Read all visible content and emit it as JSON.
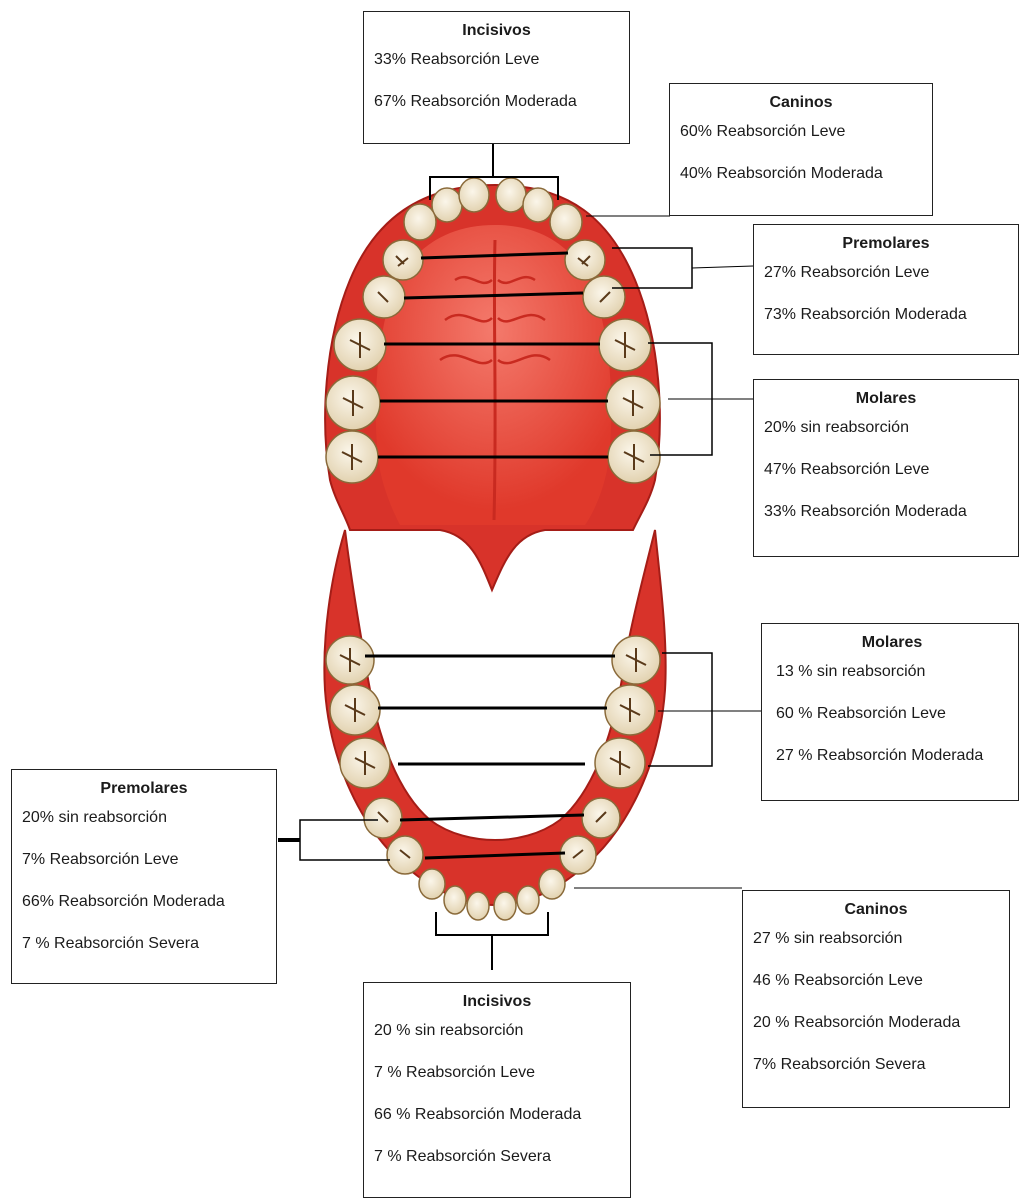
{
  "upper": {
    "incisivos": {
      "title": "Incisivos",
      "rows": [
        "33% Reabsorción Leve",
        "67% Reabsorción Moderada"
      ]
    },
    "caninos": {
      "title": "Caninos",
      "rows": [
        "60% Reabsorción Leve",
        "40% Reabsorción Moderada"
      ]
    },
    "premolares": {
      "title": "Premolares",
      "rows": [
        "27% Reabsorción Leve",
        "73% Reabsorción Moderada"
      ]
    },
    "molares": {
      "title": "Molares",
      "rows": [
        "20% sin reabsorción",
        "47% Reabsorción Leve",
        "33% Reabsorción Moderada"
      ]
    }
  },
  "lower": {
    "molares": {
      "title": "Molares",
      "rows": [
        "13 % sin reabsorción",
        "60 % Reabsorción Leve",
        "27 % Reabsorción Moderada"
      ]
    },
    "premolares": {
      "title": "Premolares",
      "rows": [
        "20% sin reabsorción",
        "7% Reabsorción Leve",
        "66% Reabsorción Moderada",
        "7 % Reabsorción Severa"
      ]
    },
    "caninos": {
      "title": "Caninos",
      "rows": [
        "27 % sin reabsorción",
        "46 % Reabsorción Leve",
        "20 % Reabsorción Moderada",
        "7% Reabsorción Severa"
      ]
    },
    "incisivos": {
      "title": "Incisivos",
      "rows": [
        "20 % sin reabsorción",
        "7 % Reabsorción Leve",
        "66 % Reabsorción Moderada",
        "7 % Reabsorción Severa"
      ]
    }
  },
  "colors": {
    "gum": "#e0392b",
    "gum_dark": "#b3201a",
    "palate": "#f05a4c",
    "tooth": "#f3ead4",
    "tooth_edge": "#8a6a3a"
  }
}
